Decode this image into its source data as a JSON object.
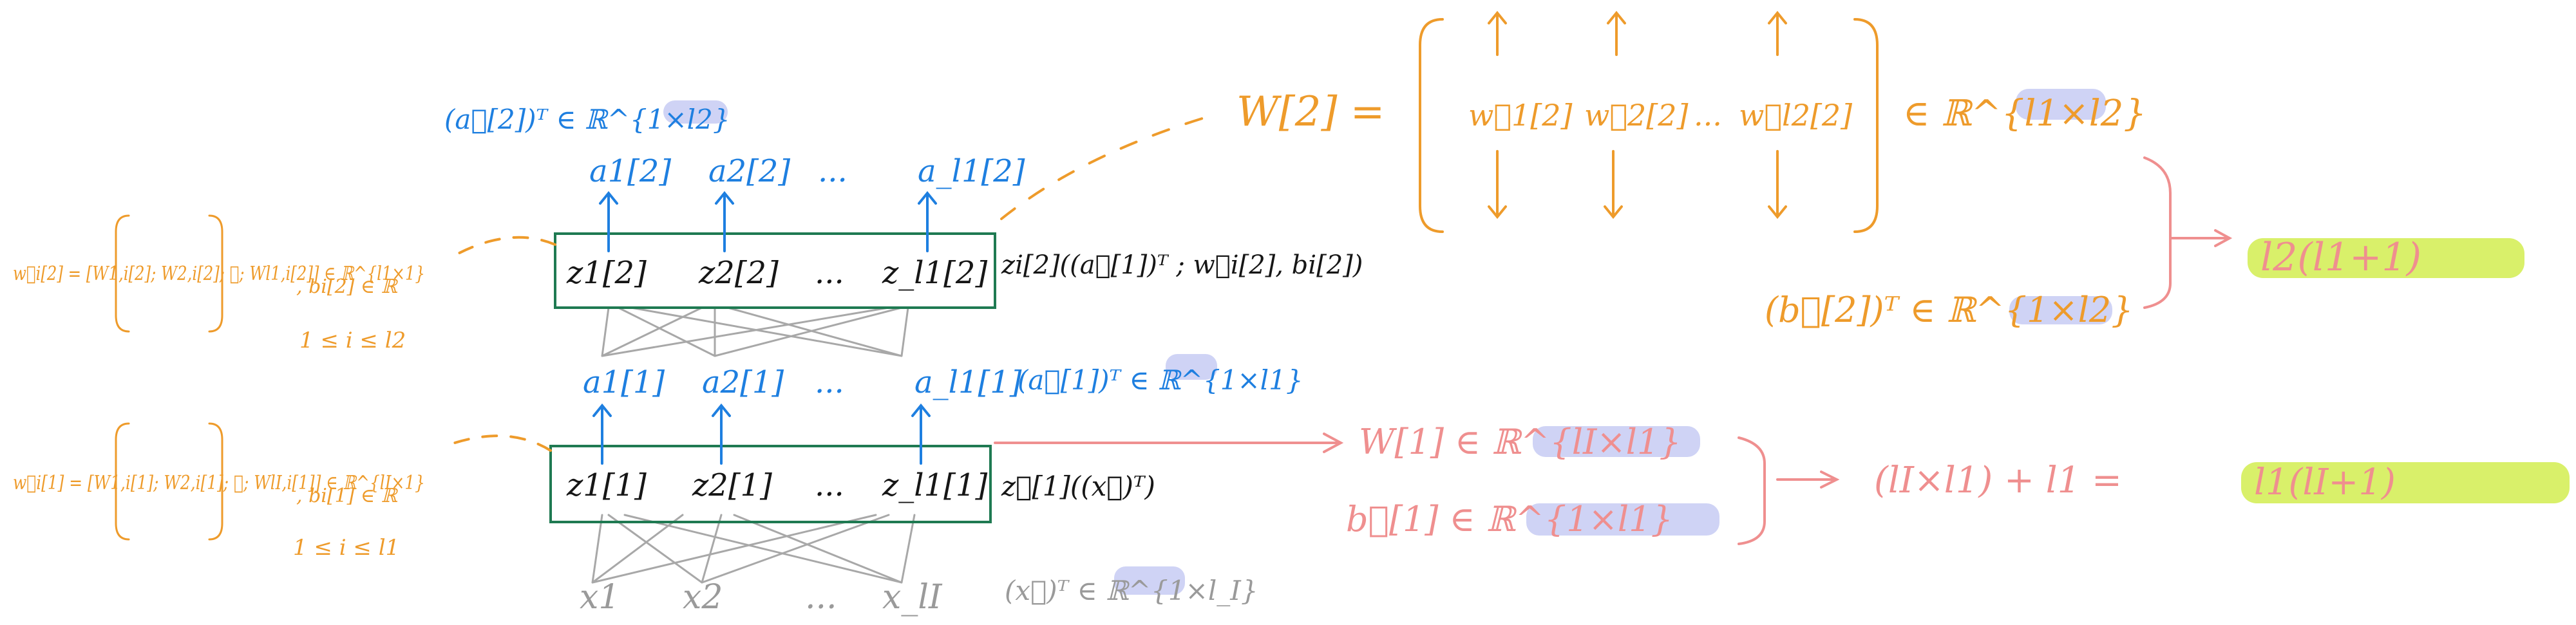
{
  "input": {
    "nodes": [
      "x1",
      "x2",
      "...",
      "x_lI"
    ],
    "vector_label": "(x⃗)ᵀ ∈ ℝ^{1×l_I}"
  },
  "layer1": {
    "nodes": [
      "z1[1]",
      "z2[1]",
      "...",
      "z_l1[1]"
    ],
    "activations": [
      "a1[1]",
      "a2[1]",
      "...",
      "a_l1[1]"
    ],
    "act_vector": "(a⃗[1])ᵀ ∈ ℝ^{1×l1}",
    "z_func": "z⃗[1]((x⃗)ᵀ)",
    "w_vec": "w⃗i[1] = [W1,i[1]; W2,i[1]; ⋮; WlI,i[1]] ∈ ℝ^{lI×1}",
    "bias": ", bi[1] ∈ ℝ",
    "range": "1 ≤ i ≤ l1"
  },
  "layer2": {
    "nodes": [
      "z1[2]",
      "z2[2]",
      "...",
      "z_l1[2]"
    ],
    "activations": [
      "a1[2]",
      "a2[2]",
      "...",
      "a_l1[2]"
    ],
    "act_vector": "(a⃗[2])ᵀ ∈ ℝ^{1×l2}",
    "z_func": "zi[2]((a⃗[1])ᵀ ; w⃗i[2], bi[2])",
    "w_vec": "w⃗i[2] = [W1,i[2]; W2,i[2]; ⋮; Wl1,i[2]] ∈ ℝ^{l1×1}",
    "bias": ", bi[2] ∈ ℝ",
    "range": "1 ≤ i ≤ l2"
  },
  "weights_layer2": {
    "lhs": "W[2] =",
    "columns": [
      "w⃗1[2]",
      "w⃗2[2]",
      "...",
      "w⃗l2[2]"
    ],
    "membership": "∈ ℝ^{l1×l2}",
    "bias": "(b⃗[2])ᵀ ∈ ℝ^{1×l2}",
    "param_count": "l2(l1+1)"
  },
  "weights_layer1": {
    "w": "W[1] ∈ ℝ^{lI×l1}",
    "b": "b⃗[1] ∈ ℝ^{1×l1}",
    "param_sum": "(lI×l1) + l1 =",
    "param_count": "l1(lI+1)"
  }
}
